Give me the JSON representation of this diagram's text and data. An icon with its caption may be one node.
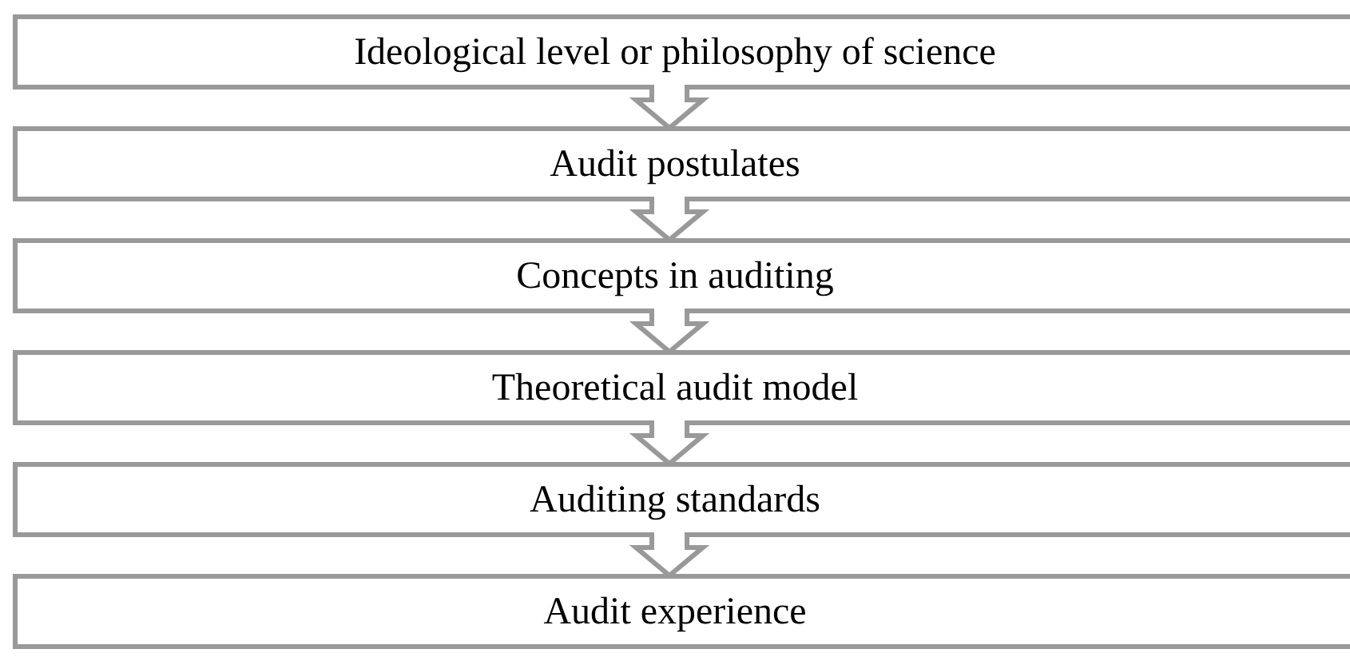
{
  "diagram": {
    "nodes": [
      {
        "text": [
          "Ideological level or philosophy of science"
        ]
      },
      {
        "text": [
          "Audit postulates"
        ]
      },
      {
        "text": [
          "Concepts in auditing"
        ]
      },
      {
        "text": [
          "Theoretical audit model"
        ]
      },
      {
        "text": [
          "Auditing standards"
        ]
      },
      {
        "text": [
          "Audit experience"
        ]
      }
    ],
    "edges": [
      {
        "from": 0,
        "to": 1,
        "arrow": "to"
      },
      {
        "from": 1,
        "to": 2,
        "arrow": "to"
      },
      {
        "from": 2,
        "to": 3,
        "arrow": "to"
      },
      {
        "from": 3,
        "to": 4,
        "arrow": "to"
      },
      {
        "from": 4,
        "to": 5,
        "arrow": "to"
      }
    ]
  }
}
